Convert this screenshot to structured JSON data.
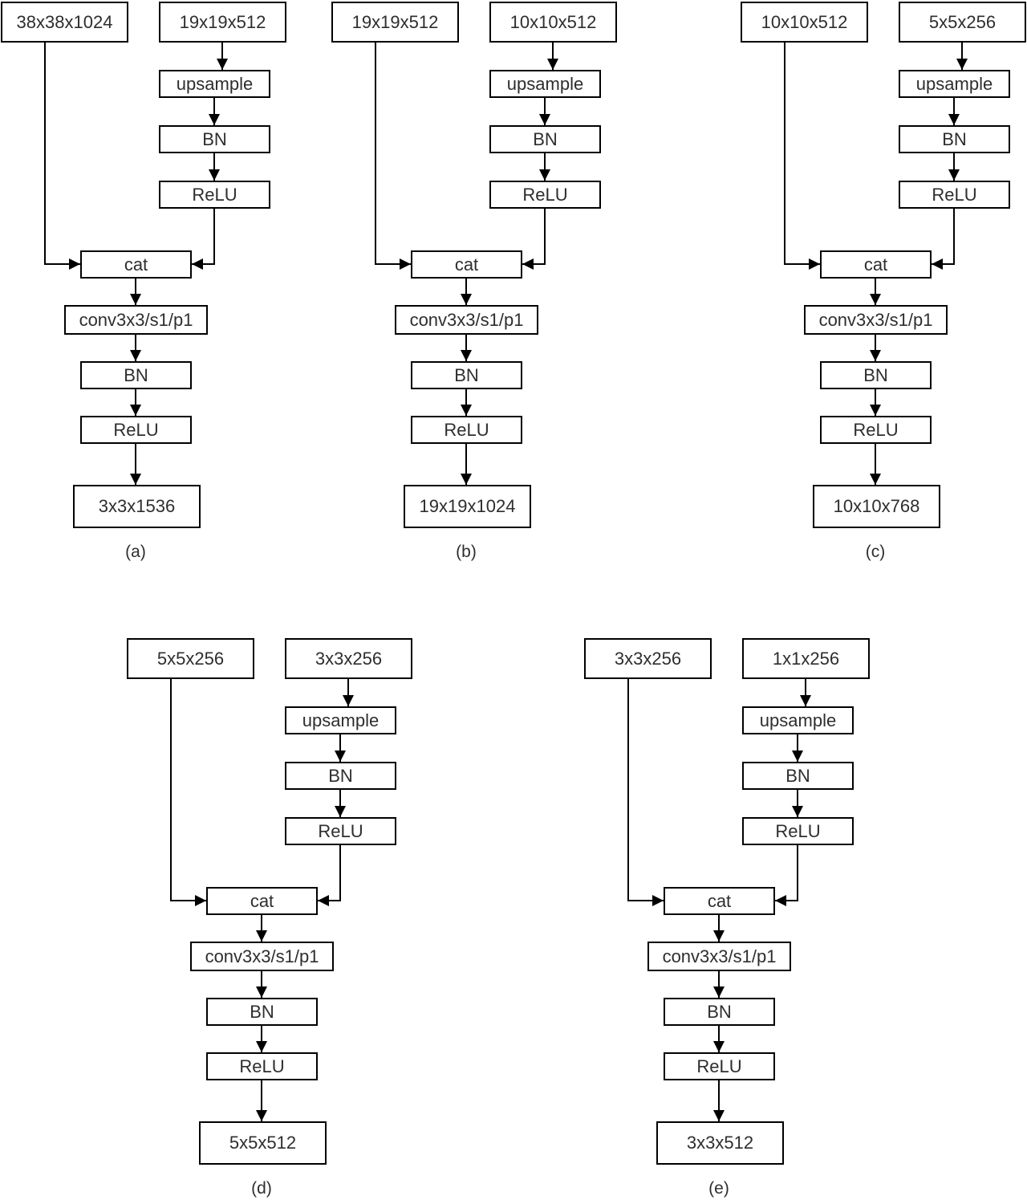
{
  "figure": {
    "description_labels": {
      "merge_op": "cat",
      "conv_op": "conv3x3/s1/p1",
      "upsample_op": "upsample",
      "bn_op": "BN",
      "relu_op": "ReLU"
    },
    "colors": {
      "background": "#ffffff",
      "box_border": "#000000",
      "connector": "#000000",
      "text": "#2e2e2e"
    }
  },
  "diagram": {
    "modules": [
      {
        "caption": "(a)",
        "left_input": "38x38x1024",
        "right_input": "19x19x512",
        "upsample": "upsample",
        "bn1": "BN",
        "relu1": "ReLU",
        "cat": "cat",
        "conv": "conv3x3/s1/p1",
        "bn2": "BN",
        "relu2": "ReLU",
        "output": "3x3x1536"
      },
      {
        "caption": "(b)",
        "left_input": "19x19x512",
        "right_input": "10x10x512",
        "upsample": "upsample",
        "bn1": "BN",
        "relu1": "ReLU",
        "cat": "cat",
        "conv": "conv3x3/s1/p1",
        "bn2": "BN",
        "relu2": "ReLU",
        "output": "19x19x1024"
      },
      {
        "caption": "(c)",
        "left_input": "10x10x512",
        "right_input": "5x5x256",
        "upsample": "upsample",
        "bn1": "BN",
        "relu1": "ReLU",
        "cat": "cat",
        "conv": "conv3x3/s1/p1",
        "bn2": "BN",
        "relu2": "ReLU",
        "output": "10x10x768"
      },
      {
        "caption": "(d)",
        "left_input": "5x5x256",
        "right_input": "3x3x256",
        "upsample": "upsample",
        "bn1": "BN",
        "relu1": "ReLU",
        "cat": "cat",
        "conv": "conv3x3/s1/p1",
        "bn2": "BN",
        "relu2": "ReLU",
        "output": "5x5x512"
      },
      {
        "caption": "(e)",
        "left_input": "3x3x256",
        "right_input": "1x1x256",
        "upsample": "upsample",
        "bn1": "BN",
        "relu1": "ReLU",
        "cat": "cat",
        "conv": "conv3x3/s1/p1",
        "bn2": "BN",
        "relu2": "ReLU",
        "output": "3x3x512"
      }
    ]
  }
}
